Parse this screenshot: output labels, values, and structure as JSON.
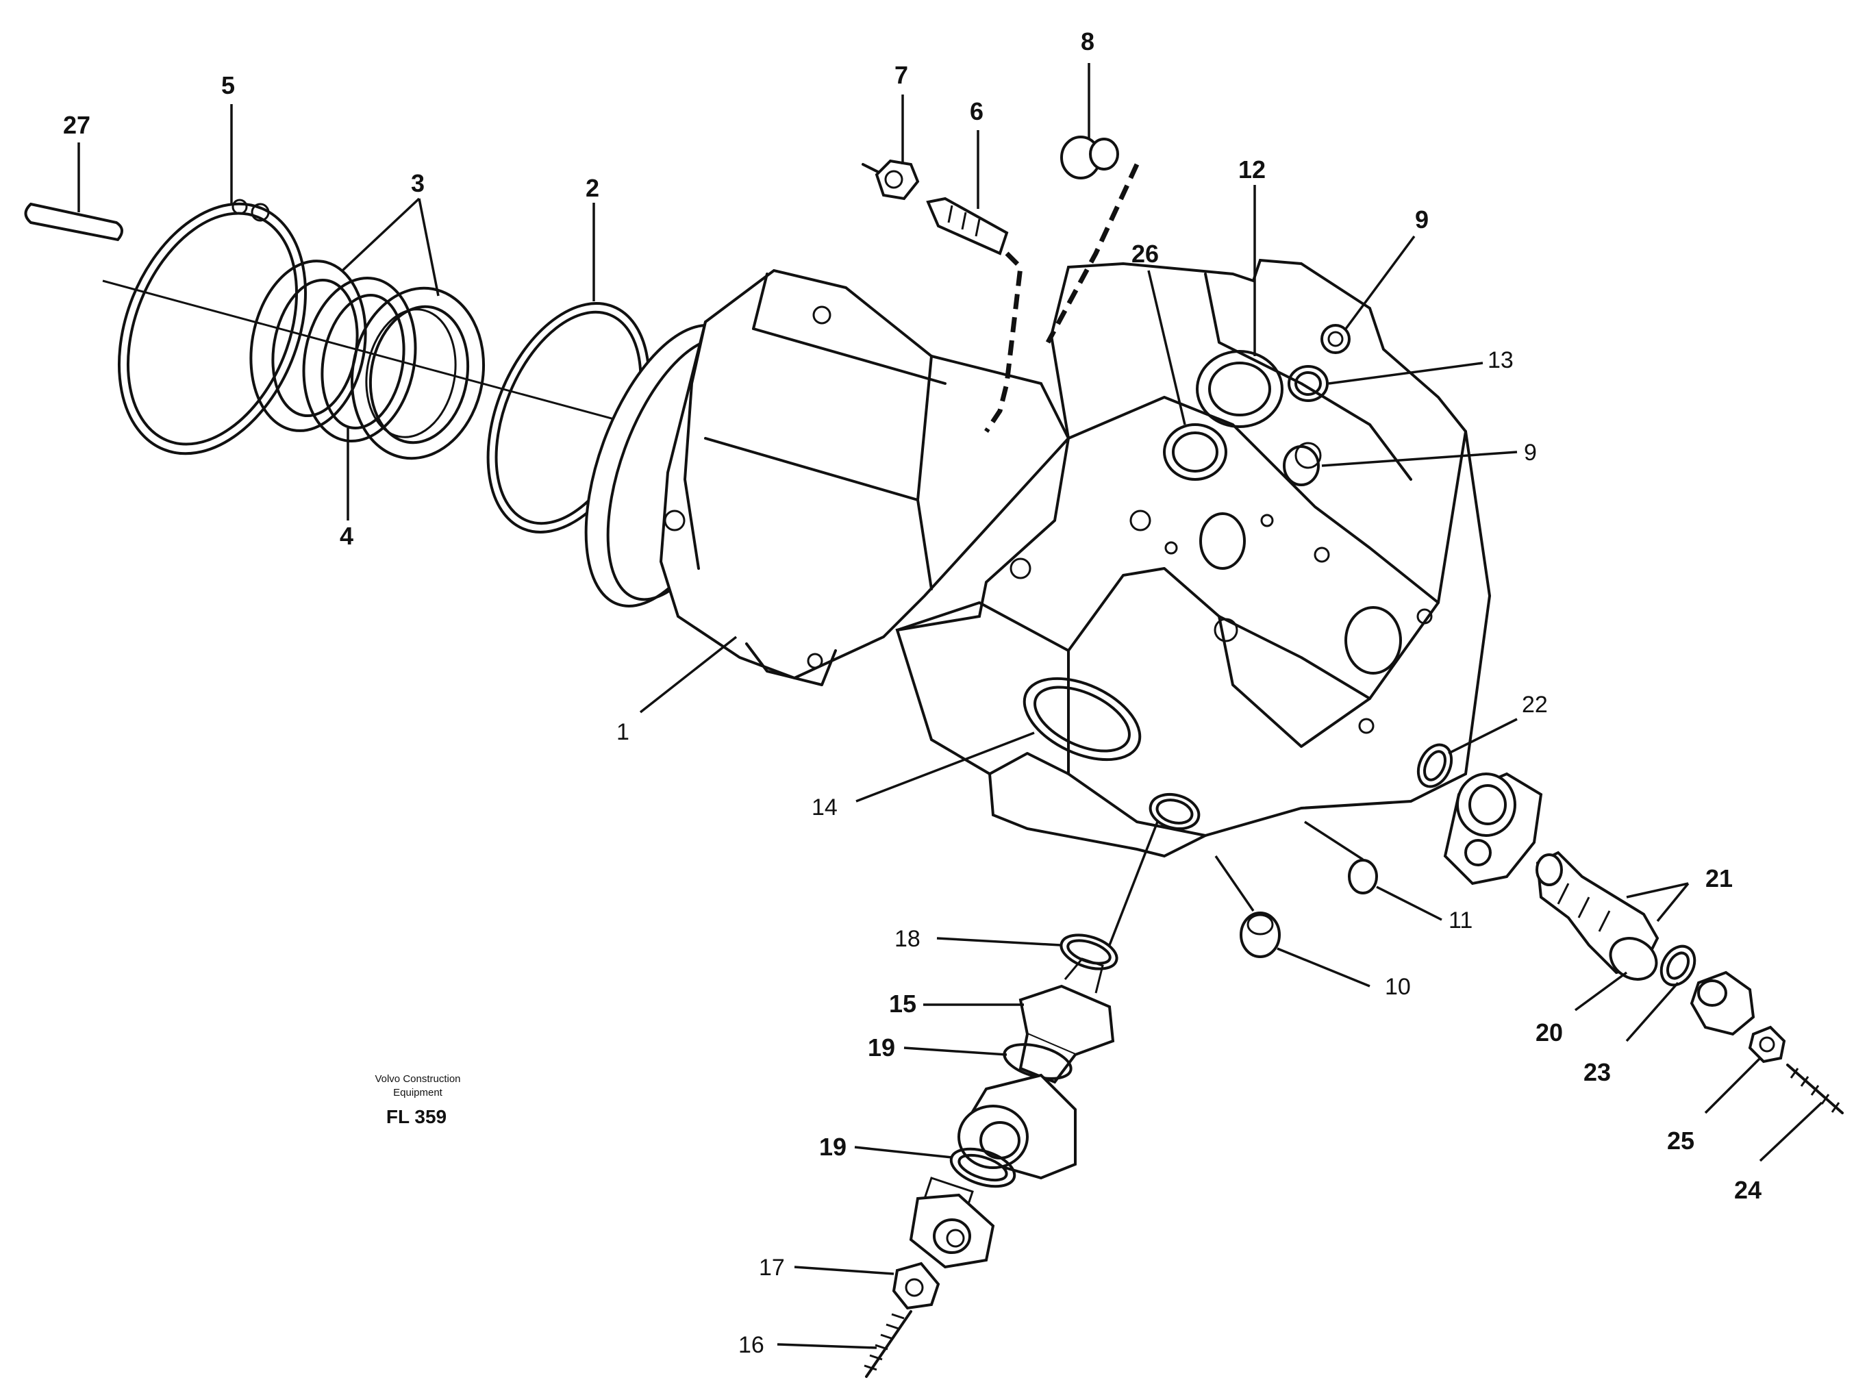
{
  "caption": {
    "company_line1": "Volvo Construction",
    "company_line2": "Equipment",
    "code": "FL 359"
  },
  "callouts": {
    "c1": "1",
    "c2": "2",
    "c3": "3",
    "c4": "4",
    "c5": "5",
    "c6": "6",
    "c7": "7",
    "c8": "8",
    "c9a": "9",
    "c9b": "9",
    "c10": "10",
    "c11": "11",
    "c12": "12",
    "c13": "13",
    "c14": "14",
    "c15": "15",
    "c16": "16",
    "c17": "17",
    "c18": "18",
    "c19a": "19",
    "c19b": "19",
    "c20": "20",
    "c21": "21",
    "c22": "22",
    "c23": "23",
    "c24": "24",
    "c25": "25",
    "c26": "26",
    "c27": "27"
  }
}
